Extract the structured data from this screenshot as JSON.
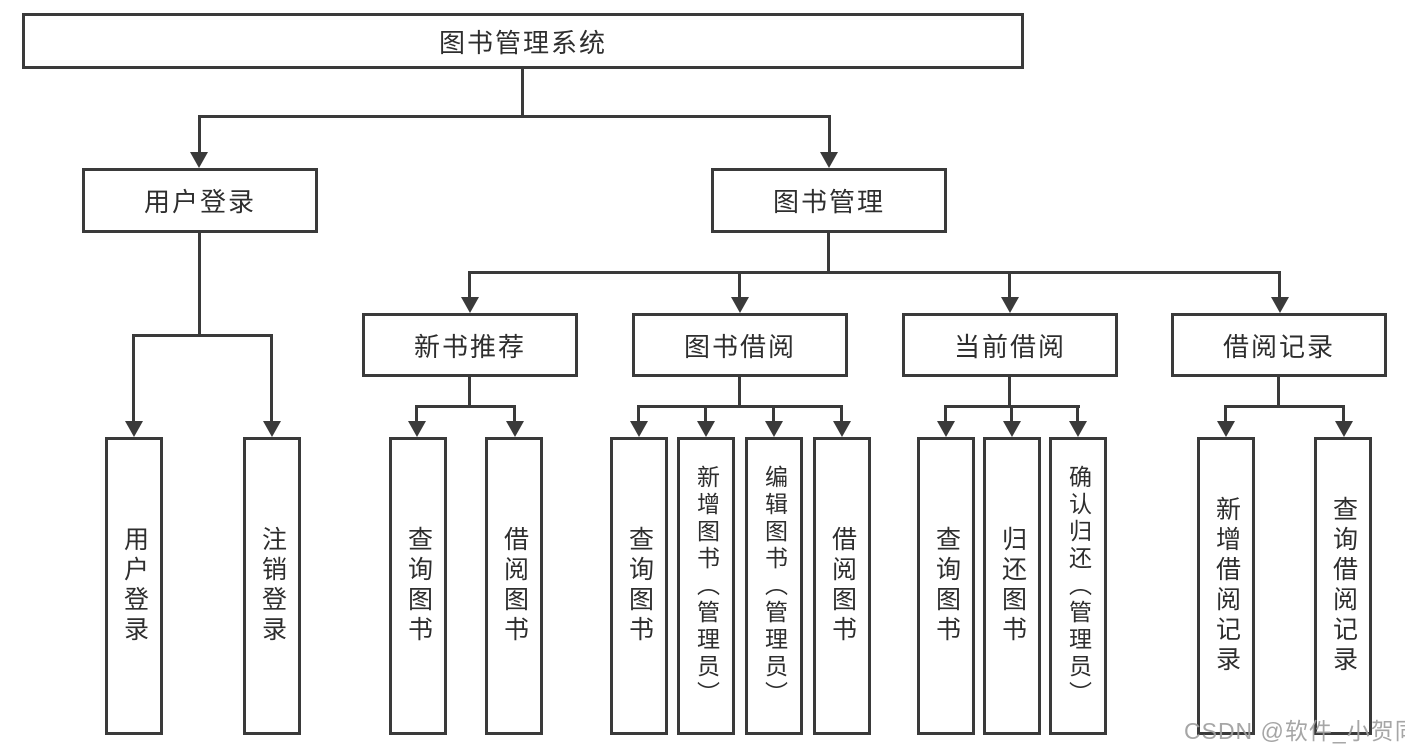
{
  "colors": {
    "line": "#3a3a3a",
    "text": "#2e2e2e",
    "background": "#ffffff",
    "watermark": "#9e9e9e"
  },
  "watermark": {
    "text": "CSDN @软件_小贺同学"
  },
  "nodes": {
    "root": {
      "label": "图书管理系统"
    },
    "user_login": {
      "label": "用户登录"
    },
    "book_mgmt": {
      "label": "图书管理"
    },
    "new_book_rec": {
      "label": "新书推荐"
    },
    "book_borrow": {
      "label": "图书借阅"
    },
    "current_borrow": {
      "label": "当前借阅"
    },
    "borrow_records": {
      "label": "借阅记录"
    },
    "leaf_user_login": {
      "label": "用户登录"
    },
    "leaf_logout": {
      "label": "注销登录"
    },
    "rec_query_book": {
      "label": "查询图书"
    },
    "rec_borrow_book": {
      "label": "借阅图书"
    },
    "bb_query_book": {
      "label": "查询图书"
    },
    "bb_add_book": {
      "label": "新增图书（管理员）"
    },
    "bb_edit_book": {
      "label": "编辑图书（管理员）"
    },
    "bb_borrow_book": {
      "label": "借阅图书"
    },
    "cb_query_book": {
      "label": "查询图书"
    },
    "cb_return_book": {
      "label": "归还图书"
    },
    "cb_confirm_return": {
      "label": "确认归还（管理员）"
    },
    "br_add_record": {
      "label": "新增借阅记录"
    },
    "br_query_record": {
      "label": "查询借阅记录"
    }
  },
  "hierarchy": {
    "label": "图书管理系统",
    "children": [
      {
        "label": "用户登录",
        "children": [
          {
            "label": "用户登录"
          },
          {
            "label": "注销登录"
          }
        ]
      },
      {
        "label": "图书管理",
        "children": [
          {
            "label": "新书推荐",
            "children": [
              {
                "label": "查询图书"
              },
              {
                "label": "借阅图书"
              }
            ]
          },
          {
            "label": "图书借阅",
            "children": [
              {
                "label": "查询图书"
              },
              {
                "label": "新增图书（管理员）"
              },
              {
                "label": "编辑图书（管理员）"
              },
              {
                "label": "借阅图书"
              }
            ]
          },
          {
            "label": "当前借阅",
            "children": [
              {
                "label": "查询图书"
              },
              {
                "label": "归还图书"
              },
              {
                "label": "确认归还（管理员）"
              }
            ]
          },
          {
            "label": "借阅记录",
            "children": [
              {
                "label": "新增借阅记录"
              },
              {
                "label": "查询借阅记录"
              }
            ]
          }
        ]
      }
    ]
  }
}
